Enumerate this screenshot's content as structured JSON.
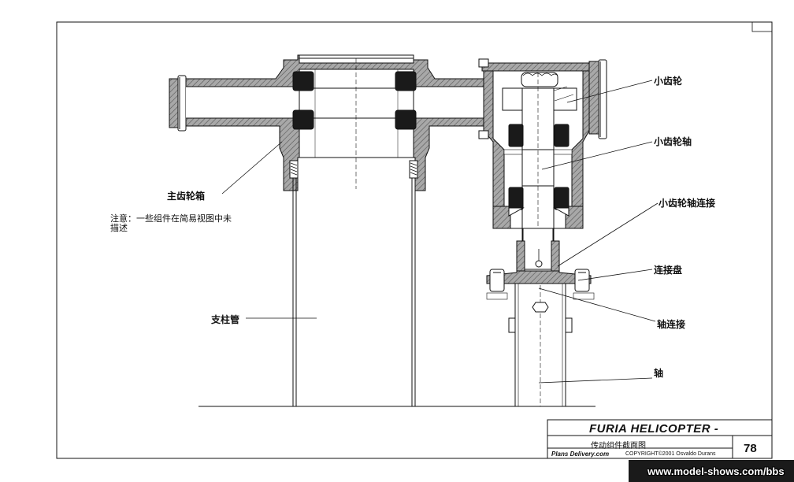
{
  "labels": {
    "pinion": "小齿轮",
    "pinion_shaft": "小齿轮轴",
    "pinion_shaft_coupling": "小齿轮轴连接",
    "coupling_disc": "连接盘",
    "shaft_coupling": "轴连接",
    "shaft": "轴",
    "main_gearbox": "主齿轮箱",
    "support_tube": "支柱管",
    "note_line1": "注意：一些组件在简易视图中未",
    "note_line2": "描述"
  },
  "title_block": {
    "title": "FURIA HELICOPTER -",
    "subtitle": "传动组件截面图",
    "brand": "Plans Delivery.com",
    "copyright": "COPYRIGHT©2001 Osvaldo Durans",
    "page_number": "78"
  },
  "watermark": "www.model-shows.com/bbs",
  "colors": {
    "line": "#111111",
    "section_fill": "#9a9a9a",
    "bearing_fill": "#1a1a1a",
    "background": "#ffffff"
  }
}
